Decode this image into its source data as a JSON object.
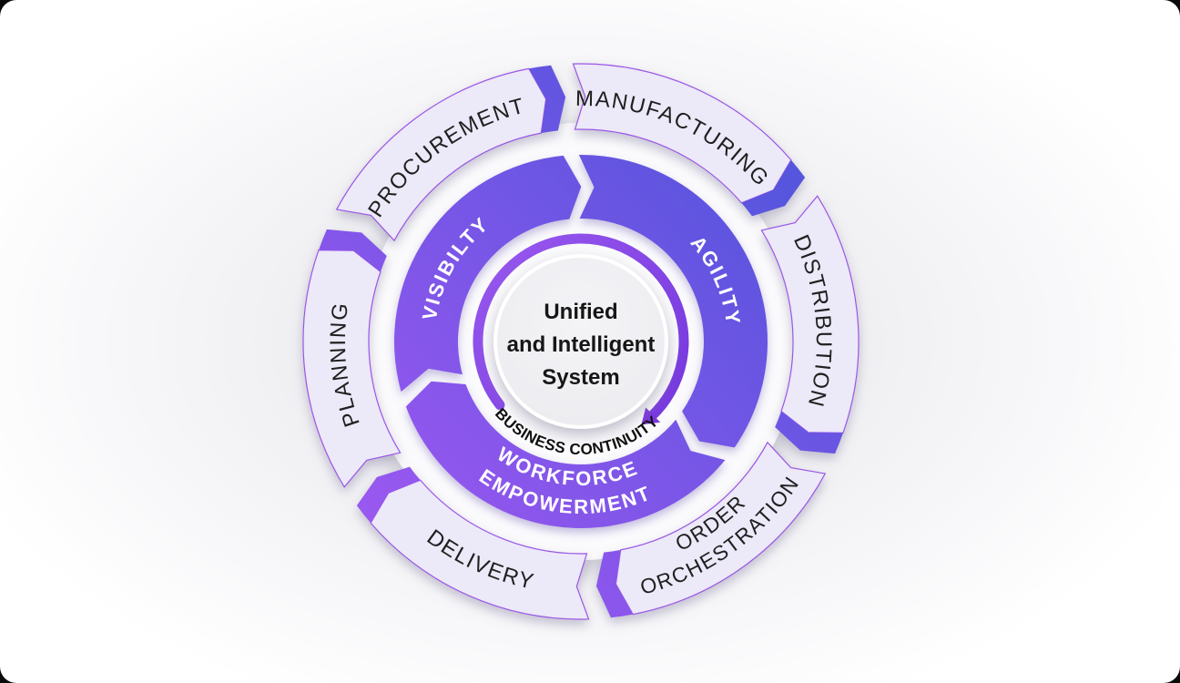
{
  "diagram": {
    "title_semantics": "supply chain cycle",
    "center": {
      "lines": [
        "Unified",
        "and Intelligent",
        "System"
      ]
    },
    "cycle_label": "BUSINESS CONTINUITY",
    "inner_ring": {
      "segments": [
        {
          "id": "visibility",
          "label": "VISIBILTY"
        },
        {
          "id": "agility",
          "label": "AGILITY"
        },
        {
          "id": "workforce-empowerment",
          "label_line1": "WORKFORCE",
          "label_line2": "EMPOWERMENT"
        }
      ]
    },
    "outer_ring": {
      "segments": [
        {
          "id": "planning",
          "label": "PLANNING"
        },
        {
          "id": "procurement",
          "label": "PROCUREMENT"
        },
        {
          "id": "manufacturing",
          "label": "MANUFACTURING"
        },
        {
          "id": "distribution",
          "label": "DISTRIBUTION"
        },
        {
          "id": "order-orchestration",
          "label_line1": "ORDER",
          "label_line2": "ORCHESTRATION"
        },
        {
          "id": "delivery",
          "label": "DELIVERY"
        }
      ]
    }
  },
  "colors": {
    "outer_segment_fill": "#ECE9F8",
    "outer_segment_border": "#9B57E6",
    "flow_gradient_start": "#9A58F0",
    "flow_gradient_end": "#5254DC",
    "cycle_arc_start": "#9B5BF0",
    "cycle_arc_end": "#7436DC",
    "arrowhead": "#7A36DC",
    "ring_background": "#FBFBFD",
    "center_circle_fill_top": "#F4F4F7",
    "center_circle_fill_bottom": "#EAEAEE",
    "label_dark": "#1F1F1F",
    "label_light": "#FFFFFF"
  }
}
